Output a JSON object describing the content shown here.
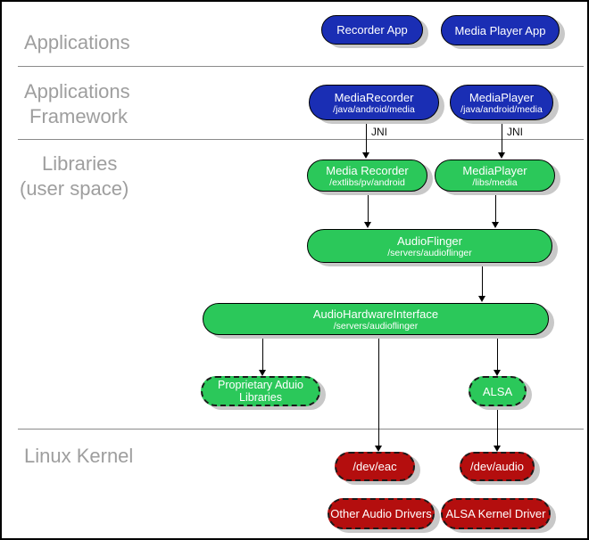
{
  "colors": {
    "app_blue": "#1a2eb4",
    "lib_green": "#2bc85a",
    "kernel_red": "#b40e0e",
    "shadow_gray": "#c8c8c8",
    "label_gray": "#9e9e9e"
  },
  "layers": {
    "applications": {
      "label": "Applications"
    },
    "framework": {
      "label_line1": "Applications",
      "label_line2": "Framework"
    },
    "libraries": {
      "label_line1": "Libraries",
      "label_line2": "(user space)"
    },
    "kernel": {
      "label": "Linux Kernel"
    }
  },
  "nodes": {
    "recorder_app": {
      "title": "Recorder App"
    },
    "media_player_app": {
      "title": "Media Player App"
    },
    "media_recorder_fw": {
      "title": "MediaRecorder",
      "subtitle": "/java/android/media"
    },
    "media_player_fw": {
      "title": "MediaPlayer",
      "subtitle": "/java/android/media"
    },
    "media_recorder_lib": {
      "title": "Media Recorder",
      "subtitle": "/extlibs/pv/android"
    },
    "media_player_lib": {
      "title": "MediaPlayer",
      "subtitle": "/libs/media"
    },
    "audioflinger": {
      "title": "AudioFlinger",
      "subtitle": "/servers/audioflinger"
    },
    "audio_hw_interface": {
      "title": "AudioHardwareInterface",
      "subtitle": "/servers/audioflinger"
    },
    "proprietary_libs": {
      "title": "Proprietary Aduio",
      "subtitle": "Libraries"
    },
    "alsa": {
      "title": "ALSA"
    },
    "dev_eac": {
      "title": "/dev/eac"
    },
    "dev_audio": {
      "title": "/dev/audio"
    },
    "other_audio_drivers": {
      "title": "Other Audio Drivers"
    },
    "alsa_kernel_driver": {
      "title": "ALSA Kernel Driver"
    }
  },
  "edge_labels": {
    "jni_left": "JNI",
    "jni_right": "JNI"
  },
  "edges": [
    {
      "from": "media_recorder_fw",
      "to": "media_recorder_lib",
      "label": "JNI"
    },
    {
      "from": "media_player_fw",
      "to": "media_player_lib",
      "label": "JNI"
    },
    {
      "from": "media_recorder_lib",
      "to": "audioflinger"
    },
    {
      "from": "media_player_lib",
      "to": "audioflinger"
    },
    {
      "from": "audioflinger",
      "to": "audio_hw_interface"
    },
    {
      "from": "audio_hw_interface",
      "to": "proprietary_libs"
    },
    {
      "from": "audio_hw_interface",
      "to": "dev_eac"
    },
    {
      "from": "audio_hw_interface",
      "to": "alsa"
    },
    {
      "from": "alsa",
      "to": "dev_audio"
    }
  ]
}
